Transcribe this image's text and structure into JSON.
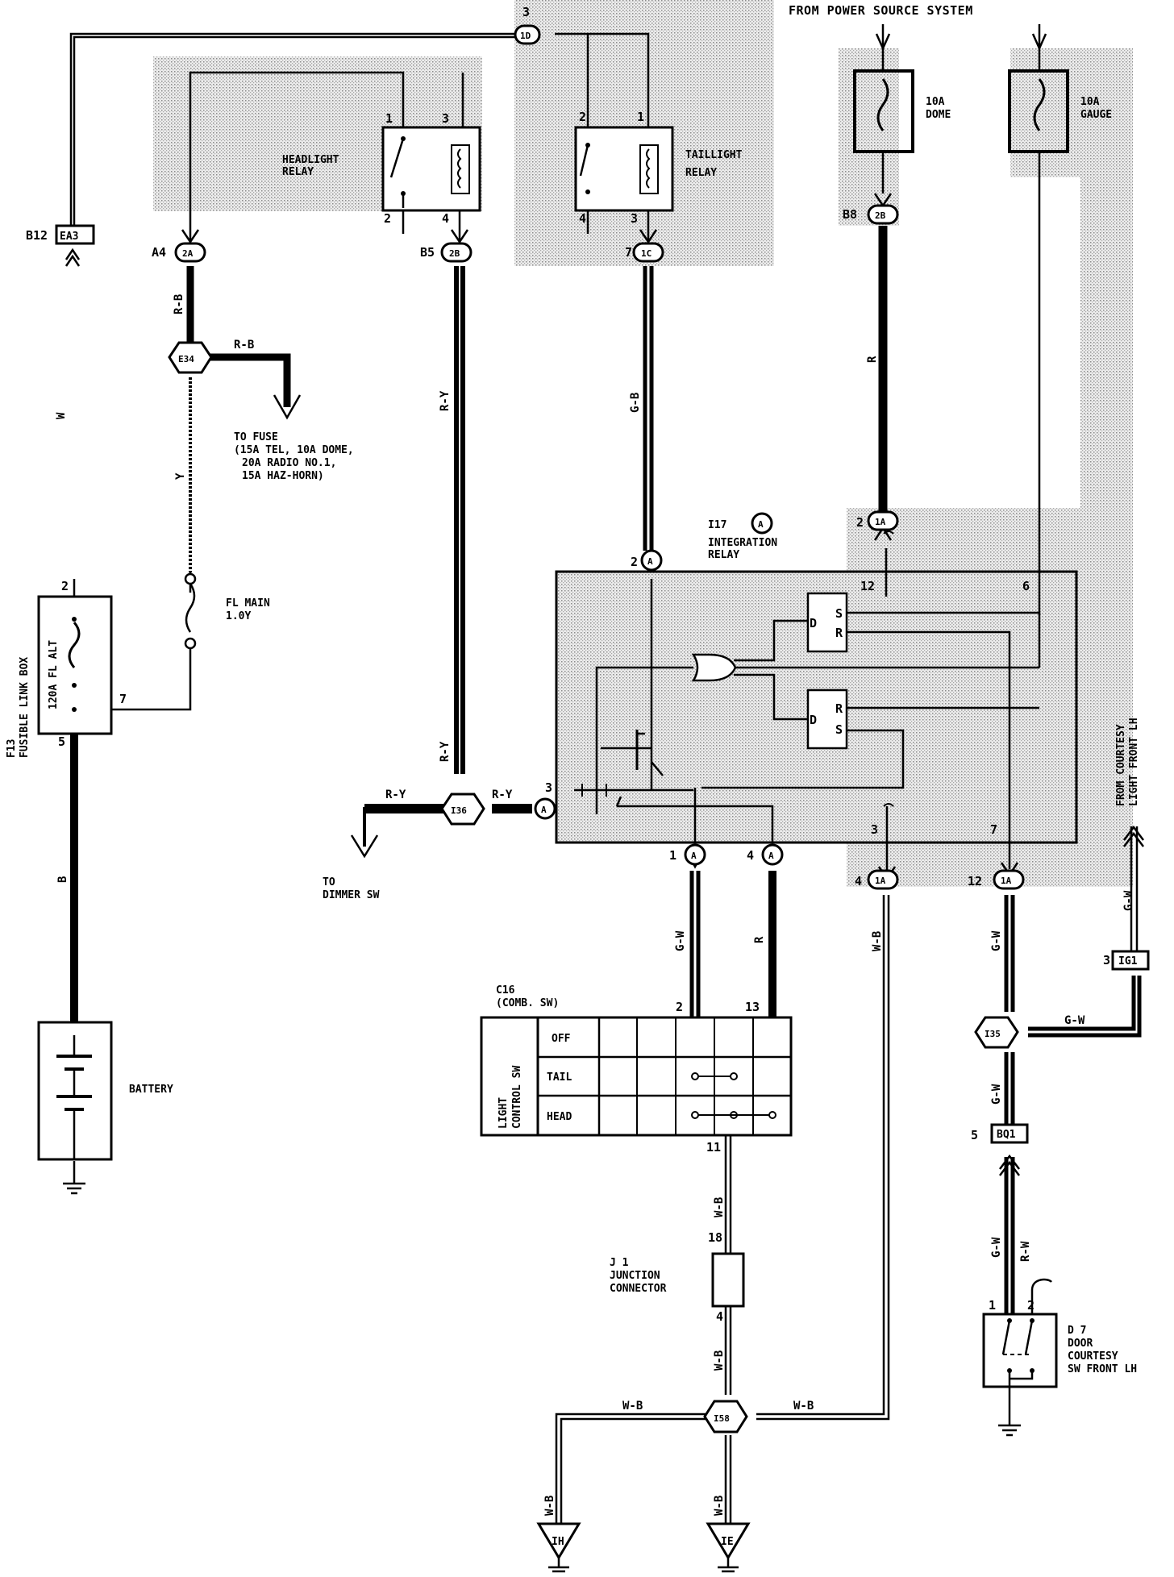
{
  "labels": {
    "power_source": "FROM POWER SOURCE SYSTEM",
    "fuse_dome_amp": "10A",
    "fuse_dome_name": "DOME",
    "fuse_gauge_amp": "10A",
    "fuse_gauge_name": "GAUGE",
    "headlight_relay_1": "HEADLIGHT",
    "headlight_relay_2": "RELAY",
    "taillight_relay_1": "TAILLIGHT",
    "taillight_relay_2": "RELAY",
    "to_fuse_1": "TO FUSE",
    "to_fuse_2": "(15A TEL, 10A DOME,",
    "to_fuse_3": "20A RADIO NO.1,",
    "to_fuse_4": "15A HAZ-HORN)",
    "fl_main_1": "FL MAIN",
    "fl_main_2": "1.0Y",
    "fusible_1": "F13",
    "fusible_2": "FUSIBLE LINK BOX",
    "fusible_fuse": "120A FL ALT",
    "battery": "BATTERY",
    "integration_id": "I17",
    "integration_1": "INTEGRATION",
    "integration_2": "RELAY",
    "to_dimmer_1": "TO",
    "to_dimmer_2": "DIMMER SW",
    "comb_sw_1": "C16",
    "comb_sw_2": "(COMB. SW)",
    "light_control_1": "LIGHT",
    "light_control_2": "CONTROL SW",
    "sw_off": "OFF",
    "sw_tail": "TAIL",
    "sw_head": "HEAD",
    "junction_1": "J 1",
    "junction_2": "JUNCTION",
    "junction_3": "CONNECTOR",
    "courtesy_light_1": "FROM COURTESY",
    "courtesy_light_2": "LIGHT FRONT LH",
    "door_sw_1": "D 7",
    "door_sw_2": "DOOR",
    "door_sw_3": "COURTESY",
    "door_sw_4": "SW FRONT LH"
  },
  "connectors": {
    "ea3": "EA3",
    "ea3_pin": "B12",
    "c1d": "1D",
    "c1d_pin": "3",
    "c2a": "2A",
    "c2a_pin": "A4",
    "c2b_left": "2B",
    "c2b_left_pin": "B5",
    "c1c": "1C",
    "c1c_pin": "7",
    "c2b_right": "2B",
    "c2b_right_pin": "B8",
    "e34": "E34",
    "i36": "I36",
    "i35": "I35",
    "i58": "I58",
    "ig1": "IG1",
    "ig1_pin": "3",
    "bq1": "BQ1",
    "bq1_pin": "5",
    "c1a_top": "1A",
    "c1a_top_pin": "2",
    "c1a_b4": "1A",
    "c1a_b4_pin": "4",
    "c1a_b12": "1A",
    "c1a_b12_pin": "12",
    "a_circle": "A",
    "gnd_ih": "IH",
    "gnd_ie": "IE"
  },
  "wires": {
    "w": "W",
    "rb": "R-B",
    "y": "Y",
    "b": "B",
    "ry": "R-Y",
    "gb": "G-B",
    "r": "R",
    "gw": "G-W",
    "wb": "W-B",
    "rw": "R-W"
  },
  "pins": {
    "hr1": "1",
    "hr2": "2",
    "hr3": "3",
    "hr4": "4",
    "tr1": "1",
    "tr2": "2",
    "tr3": "3",
    "tr4": "4",
    "fl2": "2",
    "fl5": "5",
    "fl7": "7",
    "ir2": "2",
    "ir12": "12",
    "ir6": "6",
    "ir3": "3",
    "ir7": "7",
    "ir1": "1",
    "ir4": "4",
    "ir3b": "3",
    "cs2": "2",
    "cs13": "13",
    "cs11": "11",
    "j18": "18",
    "j4": "4",
    "d1": "1",
    "d2": "2",
    "s_s": "S",
    "s_r": "R",
    "s_d": "D",
    "s2_r": "R",
    "s2_s": "S",
    "s2_d": "D"
  }
}
